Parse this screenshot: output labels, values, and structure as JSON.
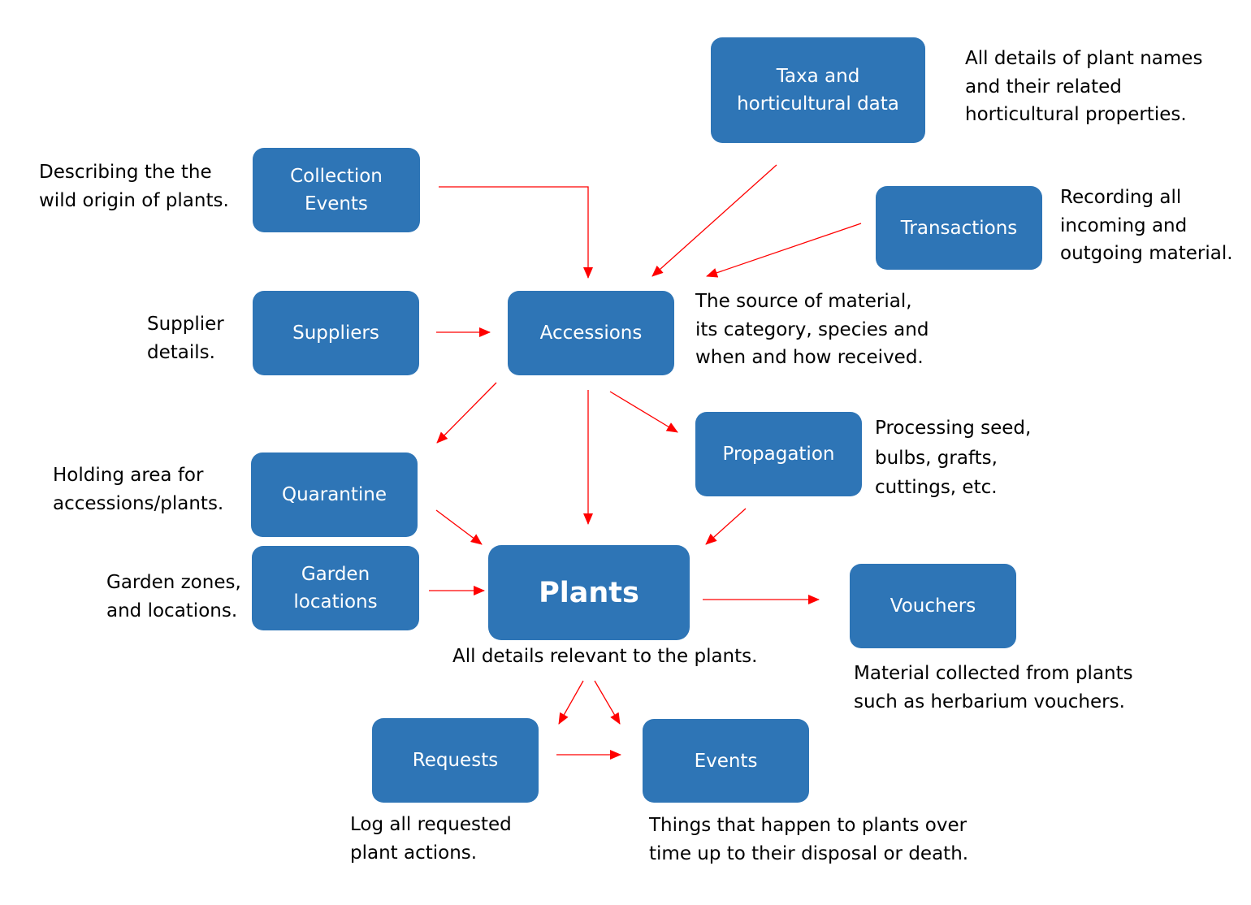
{
  "colors": {
    "box_fill": "#2e75b6",
    "box_text": "#ffffff",
    "arrow": "#ff0000",
    "note_text": "#000000"
  },
  "nodes": {
    "taxa": "Taxa and\nhorticultural data",
    "collection_events": "Collection\nEvents",
    "transactions": "Transactions",
    "suppliers": "Suppliers",
    "accessions": "Accessions",
    "propagation": "Propagation",
    "quarantine": "Quarantine",
    "garden_locations": "Garden\nlocations",
    "plants": "Plants",
    "vouchers": "Vouchers",
    "requests": "Requests",
    "events": "Events"
  },
  "notes": {
    "taxa": "All details of plant names\nand their related\nhorticultural properties.",
    "collection_events": "Describing the the\nwild origin of plants.",
    "transactions": "Recording all\nincoming and\noutgoing material.",
    "suppliers": "Supplier\ndetails.",
    "accessions": "The source of material,\nits category, species and\nwhen and how received.",
    "propagation": "Processing seed,\nbulbs, grafts,\ncuttings, etc.",
    "quarantine": "Holding area for\naccessions/plants.",
    "garden_locations": "Garden zones,\nand locations.",
    "plants": "All details relevant to the plants.",
    "vouchers": "Material collected from plants\nsuch as herbarium vouchers.",
    "requests": "Log all requested\nplant actions.",
    "events": "Things that happen to plants over\ntime up to their disposal or death."
  }
}
